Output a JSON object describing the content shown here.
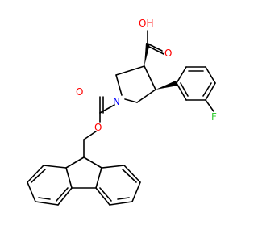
{
  "molecule": {
    "atoms": {
      "carboxyl_oh": "OH",
      "carboxyl_o": "O",
      "ring_n": "N",
      "carbamate_o_double": "O",
      "carbamate_o_ester": "O",
      "fluorine": "F"
    },
    "colors": {
      "bond": "#000000",
      "oxygen": "#ff0000",
      "nitrogen": "#0000ff",
      "fluorine": "#33cc33"
    }
  }
}
